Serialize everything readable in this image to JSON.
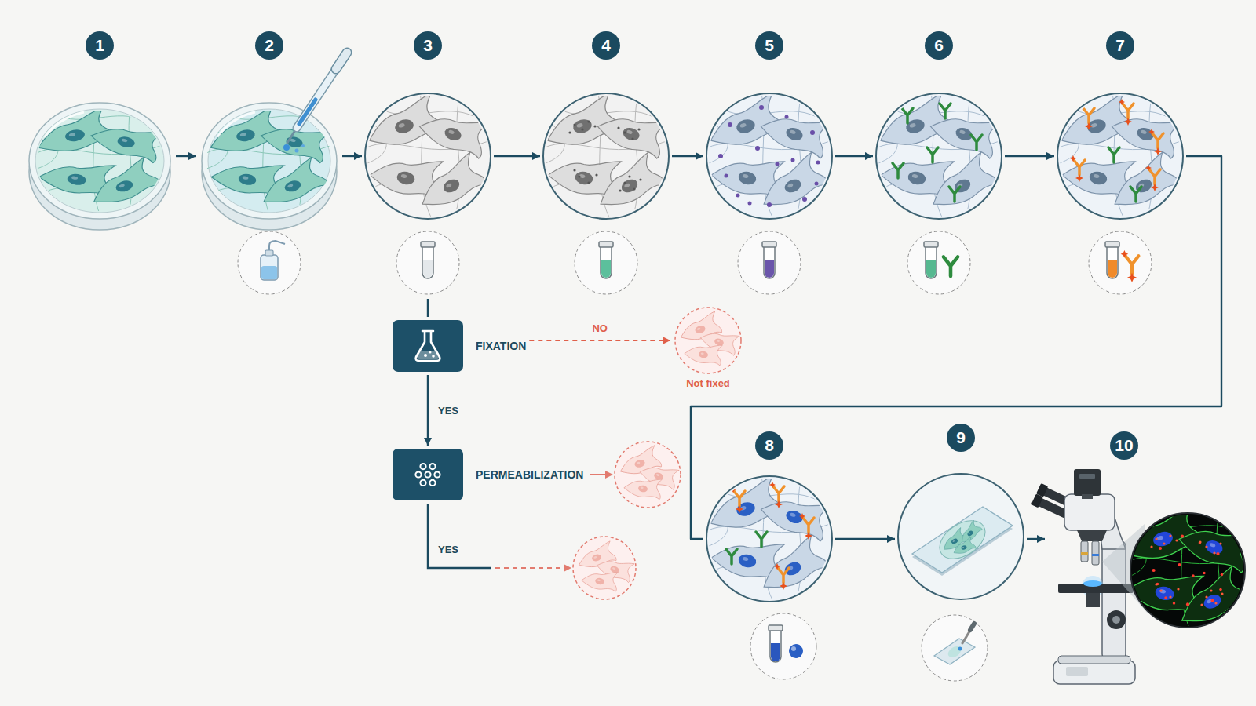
{
  "diagram": {
    "nodes": [
      {
        "text": [
          "1"
        ]
      },
      {
        "text": [
          "2"
        ]
      },
      {
        "text": [
          "3"
        ]
      },
      {
        "text": [
          "4"
        ]
      },
      {
        "text": [
          "5"
        ]
      },
      {
        "text": [
          "6"
        ]
      },
      {
        "text": [
          "7"
        ]
      },
      {
        "text": [
          "FIXATION"
        ]
      },
      {
        "text": [
          "Not fixed"
        ]
      },
      {
        "text": [
          "PERMEABILIZATION"
        ]
      },
      {
        "text": [
          "8"
        ]
      },
      {
        "text": [
          "9"
        ]
      },
      {
        "text": [
          "10"
        ]
      }
    ],
    "edges": [
      {
        "from": 0,
        "to": 1,
        "arrow": "to"
      },
      {
        "from": 1,
        "to": 2,
        "arrow": "to"
      },
      {
        "from": 2,
        "to": 3,
        "arrow": "to"
      },
      {
        "from": 3,
        "to": 4,
        "arrow": "to"
      },
      {
        "from": 4,
        "to": 5,
        "arrow": "to"
      },
      {
        "from": 5,
        "to": 6,
        "arrow": "to"
      },
      {
        "from": 2,
        "to": 7,
        "arrow": "none"
      },
      {
        "from": 7,
        "to": 8,
        "label": "NO",
        "arrow": "to"
      },
      {
        "from": 7,
        "to": 9,
        "label": "YES",
        "arrow": "to"
      },
      {
        "from": 6,
        "to": 10,
        "arrow": "none"
      },
      {
        "from": 10,
        "to": 11,
        "arrow": "to"
      },
      {
        "from": 11,
        "to": 12,
        "arrow": "to"
      }
    ],
    "labels": [
      "YES"
    ]
  }
}
